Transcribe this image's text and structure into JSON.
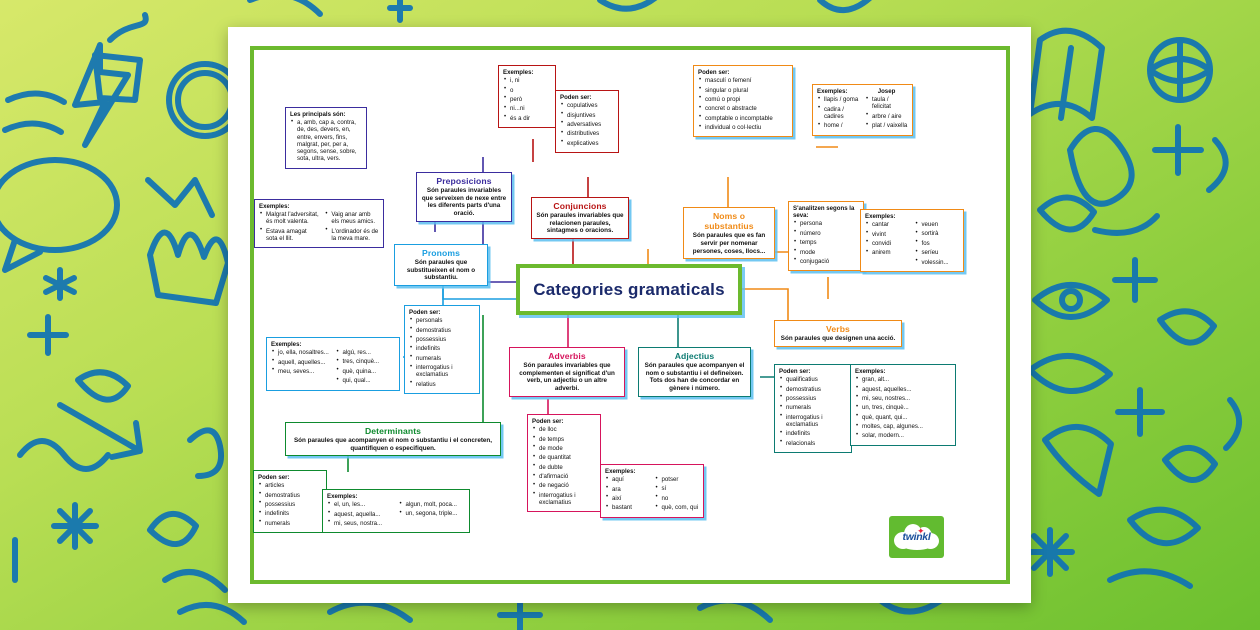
{
  "center": {
    "title": "Categories gramaticals"
  },
  "nodes": {
    "preposicions": {
      "title": "Preposicions",
      "desc": "Són paraules invariables que serveixen de nexe entre les diferents parts d'una oració.",
      "main_header": "Les principals són:",
      "main_items": [
        "a, amb, cap a, contra, de, des, devers, en, entre, envers, fins, malgrat, per, per a, segons, sense, sobre, sota, ultra, vers."
      ],
      "examples_header": "Exemples:",
      "examples_col1": [
        "Malgrat l'adversitat, és molt valenta.",
        "Estava amagat sota el llit."
      ],
      "examples_col2": [
        "Vaig anar amb els meus amics.",
        "L'ordinador és de la meva mare."
      ]
    },
    "conjuncions": {
      "title": "Conjuncions",
      "desc": "Són paraules invariables que relacionen paraules, sintagmes o oracions.",
      "examples_header": "Exemples:",
      "examples": [
        "i, ni",
        "o",
        "però",
        "ni...ni",
        "és a dir"
      ],
      "poden_header": "Poden ser:",
      "poden": [
        "copulatives",
        "disjuntives",
        "adversatives",
        "distributives",
        "explicatives"
      ]
    },
    "noms": {
      "title": "Noms o substantius",
      "desc": "Són paraules que es fan servir per nomenar persones, coses, llocs...",
      "poden_header": "Poden ser:",
      "poden": [
        "masculí o femení",
        "singular o plural",
        "comú o propi",
        "concret o abstracte",
        "comptable o incomptable",
        "individual o col·lectiu"
      ],
      "examples_header": "Exemples:",
      "examples_col1": [
        "llapis / goma",
        "cadira / cadires",
        "home /"
      ],
      "examples_col2_title": "Josep",
      "examples_col2": [
        "taula / felicitat",
        "arbre / aire",
        "plat / vaixella"
      ]
    },
    "verbs": {
      "title": "Verbs",
      "desc": "Són paraules que designen una acció.",
      "analitzen_header": "S'analitzen segons la seva:",
      "analitzen": [
        "persona",
        "número",
        "temps",
        "mode",
        "conjugació"
      ],
      "examples_header": "Exemples:",
      "examples_col1": [
        "cantar",
        "vivint",
        "convidi",
        "anirem"
      ],
      "examples_col2": [
        "veuen",
        "sortirà",
        "fos",
        "seríeu",
        "volessin..."
      ]
    },
    "pronoms": {
      "title": "Pronoms",
      "desc": "Són paraules que substitueixen el nom o substantiu.",
      "poden_header": "Poden ser:",
      "poden": [
        "personals",
        "demostratius",
        "possessius",
        "indefinits",
        "numerals",
        "interrogatius i exclamatius",
        "relatius"
      ],
      "examples_header": "Exemples:",
      "examples_col1": [
        "jo, ella, nosaltres...",
        "aquell, aquelles...",
        "meu, seves..."
      ],
      "examples_col2": [
        "algú, res...",
        "tres, cinquè...",
        "què, quina...",
        "qui, qual..."
      ]
    },
    "adverbis": {
      "title": "Adverbis",
      "desc": "Són paraules invariables que complementen el significat d'un verb, un adjectiu o un altre adverbi.",
      "poden_header": "Poden ser:",
      "poden": [
        "de lloc",
        "de temps",
        "de mode",
        "de quantitat",
        "de dubte",
        "d'afirmació",
        "de negació",
        "interrogatius i exclamatius"
      ],
      "examples_header": "Exemples:",
      "examples_col1": [
        "aquí",
        "ara",
        "així",
        "bastant"
      ],
      "examples_col2": [
        "potser",
        "sí",
        "no",
        "què, com, qui"
      ]
    },
    "adjectius": {
      "title": "Adjectius",
      "desc": "Són paraules que acompanyen el nom o substantiu i el defineixen. Tots dos han de concordar en gènere i número.",
      "poden_header": "Poden ser:",
      "poden": [
        "qualificatius",
        "demostratius",
        "possessius",
        "numerals",
        "interrogatius i exclamatius",
        "indefinits",
        "relacionals"
      ],
      "examples_header": "Exemples:",
      "examples": [
        "gran, alt...",
        "aquest, aquelles...",
        "mi, seu, nostres...",
        "un, tres, cinquè...",
        "què, quant, qui...",
        "moltes, cap, algunes...",
        "solar, modern..."
      ]
    },
    "determinants": {
      "title": "Determinants",
      "desc": "Són paraules que acompanyen el nom o substantiu i el concreten, quantifiquen o especifiquen.",
      "poden_header": "Poden ser:",
      "poden": [
        "articles",
        "demostratius",
        "possessius",
        "indefinits",
        "numerals"
      ],
      "examples_header": "Exemples:",
      "examples_col1": [
        "el, un, les...",
        "aquest, aquella...",
        "mi, seus, nostra..."
      ],
      "examples_col2": [
        "algun, molt, poca...",
        "un, segona, triple..."
      ]
    }
  },
  "logo": {
    "text": "twinkl",
    "star": "✦"
  },
  "colors": {
    "center_green": "#6cba2e",
    "blue": "#1a9ee0",
    "purple": "#3b2d9e",
    "red": "#b81414",
    "orange": "#f08a16",
    "pink": "#d6145c",
    "teal": "#0c7b72",
    "dark_green": "#0e8a2e",
    "background_green": "#8ece3e",
    "doodle_blue": "#0f72b5"
  }
}
